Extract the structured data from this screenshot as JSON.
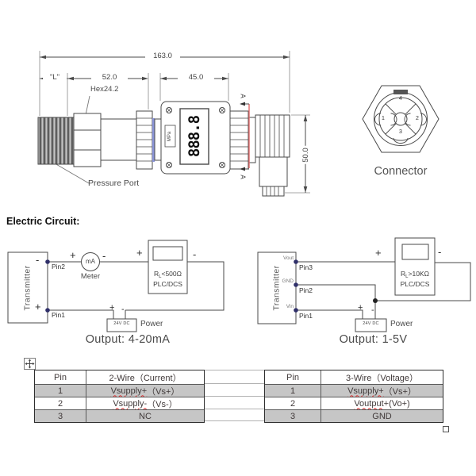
{
  "drawing": {
    "dim_total": "163.0",
    "dim_l": "\"L\"",
    "dim_52": "52.0",
    "dim_45": "45.0",
    "dim_50": "50.0",
    "hex_label": "Hex24.2",
    "pressure_port_label": "Pressure Port",
    "section_letter": "A",
    "lcd_digits": "888.8",
    "lcd_unit": "MPa"
  },
  "connector": {
    "label": "Connector",
    "pin1": "1",
    "pin2": "2",
    "pin3": "3",
    "pin4": "4"
  },
  "heading": "Electric Circuit:",
  "signs": {
    "plus": "+",
    "minus": "-"
  },
  "circuit_current": {
    "transmitter": "Transmitter",
    "pin2": "Pin2",
    "pin1": "Pin1",
    "meter_unit": "mA",
    "meter_label": "Meter",
    "load_r": "R",
    "load_r_sub": "L",
    "load_r_val": "<500Ω",
    "load_sys": "PLC/DCS",
    "power_box": "24V DC",
    "power_label": "Power",
    "caption": "Output: 4-20mA"
  },
  "circuit_voltage": {
    "transmitter": "Transmitter",
    "pin3": "Pin3",
    "pin2": "Pin2",
    "pin1": "Pin1",
    "vout": "Vout",
    "gnd": "GND",
    "vin": "Vin",
    "load_r": "R",
    "load_r_sub": "L",
    "load_r_val": ">10KΩ",
    "load_sys": "PLC/DCS",
    "power_box": "24V DC",
    "power_label": "Power",
    "caption": "Output: 1-5V"
  },
  "pin_tables": {
    "left": {
      "col_pin": "Pin",
      "col_desc": "2-Wire（Current）",
      "rows": [
        {
          "pin": "1",
          "u": "Vsupply+",
          "rest": "（Vs+）"
        },
        {
          "pin": "2",
          "u": "Vsupply-",
          "rest": "（Vs-）"
        },
        {
          "pin": "3",
          "u": "",
          "rest": "NC"
        }
      ]
    },
    "right": {
      "col_pin": "Pin",
      "col_desc": "3-Wire（Voltage）",
      "rows": [
        {
          "pin": "1",
          "u": "Vsupply+",
          "rest": "（Vs+）"
        },
        {
          "pin": "2",
          "u": "Voutput",
          "rest": "+(Vo+)"
        },
        {
          "pin": "3",
          "u": "",
          "rest": "GND"
        }
      ]
    }
  },
  "colors": {
    "section_red": "#e06a6a",
    "ring_blue": "#8a94d8",
    "row_gray": "#c6c6c6"
  }
}
